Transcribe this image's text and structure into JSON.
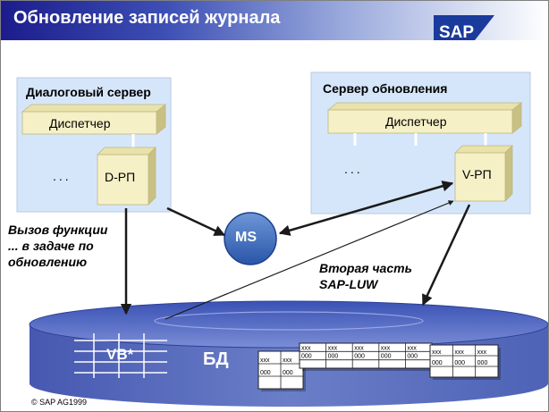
{
  "slide": {
    "title": "Обновление записей журнала",
    "logo_text": "SAP",
    "copyright": "© SAP AG1999"
  },
  "dialog_server": {
    "title": "Диалоговый сервер",
    "dispatcher": "Диспетчер",
    "dots": "...",
    "process": "D-РП"
  },
  "update_server": {
    "title": "Сервер обновления",
    "dispatcher": "Диспетчер",
    "dots": "...",
    "process": "V-РП"
  },
  "message_server": {
    "label": "MS"
  },
  "annotations": {
    "call_function": [
      "Вызов функции",
      "... в задаче по",
      "обновлению"
    ],
    "second_part": [
      "Вторая часть",
      "SAP-LUW"
    ]
  },
  "database": {
    "label": "БД",
    "vb_table": "VB*",
    "table_cell_top": "xxx",
    "table_cell_bottom": "000"
  },
  "colors": {
    "panel_fill": "#d6e6fa",
    "box_fill": "#f5f0c6",
    "ms_fill": "#3c6cbc",
    "db_fill": "#5a6fbf"
  }
}
